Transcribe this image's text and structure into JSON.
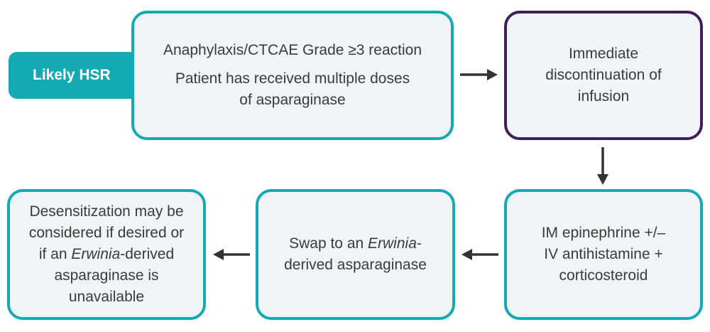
{
  "tag": {
    "label": "Likely HSR"
  },
  "colors": {
    "teal": "#13aab4",
    "purple": "#3f1f5a",
    "box_fill": "#f1f4f6",
    "arrow": "#333333"
  },
  "boxes": {
    "criteria": {
      "line1": "Anaphylaxis/CTCAE Grade ≥3 reaction",
      "line2a": "Patient has received multiple doses",
      "line2b": "of asparaginase"
    },
    "discontinue": {
      "lines": [
        "Immediate",
        "discontinuation of",
        "infusion"
      ]
    },
    "treatment": {
      "lines": [
        "IM epinephrine +/–",
        "IV antihistamine +",
        "corticosteroid"
      ]
    },
    "swap": {
      "l1_pre": "Swap to an ",
      "l1_em": "Erwinia",
      "l1_post": "-",
      "l2": "derived asparaginase"
    },
    "desens": {
      "l1": "Desensitization may be",
      "l2": "considered if desired or",
      "l3_pre": "if an ",
      "l3_em": "Erwinia",
      "l3_post": "-derived",
      "l4": "asparaginase is",
      "l5": "unavailable"
    }
  }
}
